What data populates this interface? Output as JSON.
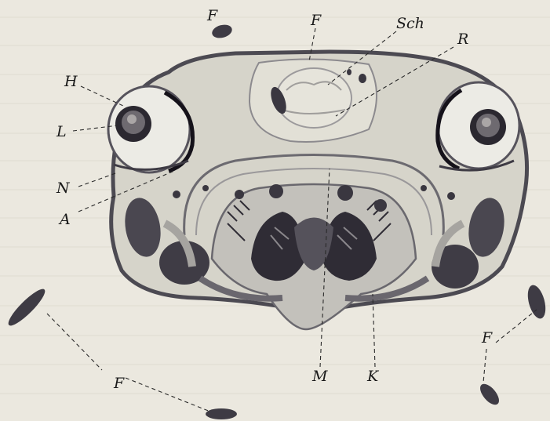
{
  "labels": {
    "F": "F",
    "Sch": "Sch",
    "R": "R",
    "H": "H",
    "L": "L",
    "N": "N",
    "A": "A",
    "M": "M",
    "K": "K"
  },
  "colors": {
    "background": "#ebe8df",
    "tissue_light": "#d9d7cc",
    "tissue_mid": "#a9a7a3",
    "tissue_dark": "#5d5a63",
    "tissue_darkest": "#2c2933",
    "outline": "#4c4a52"
  }
}
